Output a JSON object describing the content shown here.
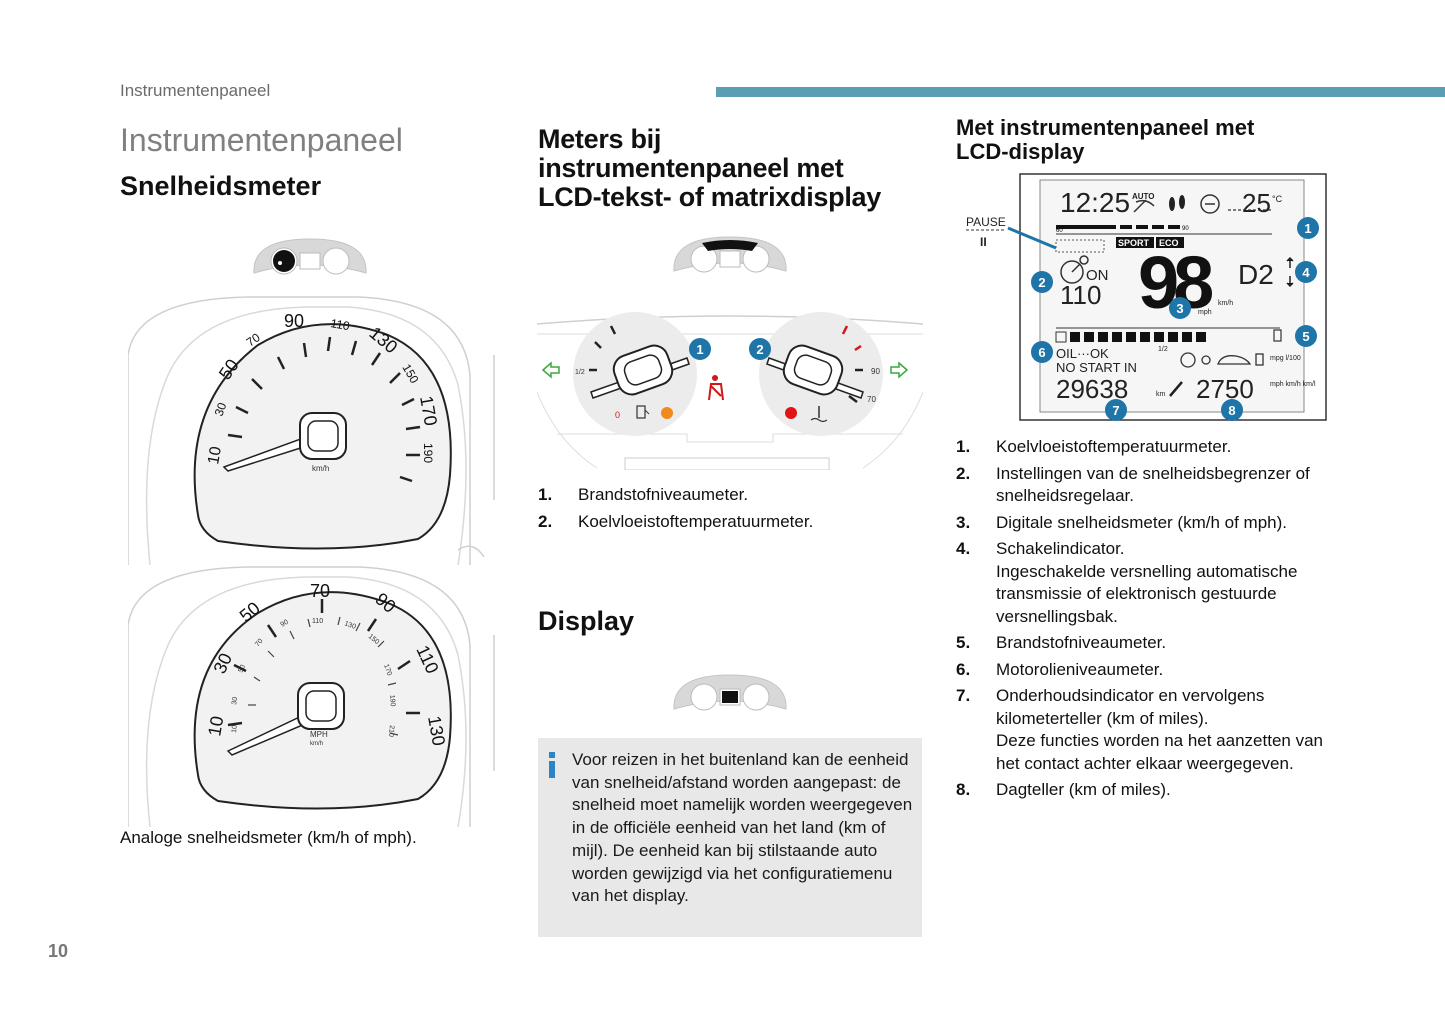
{
  "header": {
    "running_title": "Instrumentenpaneel",
    "accent_color": "#5a9db5"
  },
  "left": {
    "section_title": "Instrumentenpaneel",
    "subsection_title": "Snelheidsmeter",
    "kmh_dial": {
      "unit": "km/h",
      "ticks": [
        "10",
        "30",
        "50",
        "70",
        "90",
        "110",
        "130",
        "150",
        "170",
        "190"
      ]
    },
    "mph_dial": {
      "unit_main": "MPH",
      "unit_sub": "km/h",
      "mph_ticks": [
        "10",
        "30",
        "50",
        "70",
        "90",
        "110",
        "130"
      ],
      "kmh_ticks": [
        "10",
        "30",
        "50",
        "70",
        "90",
        "110",
        "130",
        "150",
        "170",
        "190",
        "210"
      ]
    },
    "caption": "Analoge snelheidsmeter (km/h of mph)."
  },
  "middle": {
    "title_line1": "Meters bij",
    "title_line2": "instrumentenpaneel met",
    "title_line3": "LCD-tekst- of matrixdisplay",
    "gauges": {
      "fuel_half": "1/2",
      "fuel_zero": "0",
      "temp_90": "90",
      "temp_70": "70",
      "marker_1": "1",
      "marker_2": "2"
    },
    "items": [
      {
        "num": "1.",
        "text": "Brandstofniveaumeter."
      },
      {
        "num": "2.",
        "text": "Koelvloeistoftemperatuurmeter."
      }
    ],
    "display_title": "Display",
    "info_text": "Voor reizen in het buitenland kan de eenheid van snelheid/afstand worden aangepast: de snelheid moet namelijk worden weergegeven in de officiële eenheid van het land (km of mijl). De eenheid kan bij stilstaande auto worden gewijzigd via het configuratiemenu van het display."
  },
  "right": {
    "title_line1": "Met instrumentenpaneel met",
    "title_line2": "LCD-display",
    "lcd": {
      "time": "12:25",
      "auto": "AUTO",
      "temperature": "25",
      "temperature_unit": "°C",
      "scale_60": "60",
      "scale_90": "90",
      "pause": "PAUSE",
      "pause_symbol": "II",
      "sport": "SPORT",
      "eco": "ECO",
      "on": "ON",
      "limit": "110",
      "speed": "98",
      "unit_kmh": "km/h",
      "unit_mph": "mph",
      "gear": "D2",
      "half": "1/2",
      "oil": "OIL···OK",
      "no_start": "NO START IN",
      "odometer": "29638",
      "odometer_unit": "km",
      "trip": "2750",
      "trip_units_1": "mpg l/100",
      "trip_units_2": "mph km/h km/l",
      "markers": [
        "1",
        "2",
        "3",
        "4",
        "5",
        "6",
        "7",
        "8"
      ]
    },
    "items": [
      {
        "num": "1.",
        "text": "Koelvloeistoftemperatuurmeter."
      },
      {
        "num": "2.",
        "text": "Instellingen van de snelheidsbegrenzer of snelheidsregelaar."
      },
      {
        "num": "3.",
        "text": "Digitale snelheidsmeter (km/h of mph)."
      },
      {
        "num": "4.",
        "text": "Schakelindicator.",
        "extra": "Ingeschakelde versnelling automatische transmissie of elektronisch gestuurde versnellingsbak."
      },
      {
        "num": "5.",
        "text": "Brandstofniveaumeter."
      },
      {
        "num": "6.",
        "text": "Motorolieniveaumeter."
      },
      {
        "num": "7.",
        "text": "Onderhoudsindicator en vervolgens kilometerteller (km of miles).",
        "extra": "Deze functies worden na het aanzetten van het contact achter elkaar weergegeven."
      },
      {
        "num": "8.",
        "text": "Dagteller (km of miles)."
      }
    ]
  },
  "page_number": "10"
}
